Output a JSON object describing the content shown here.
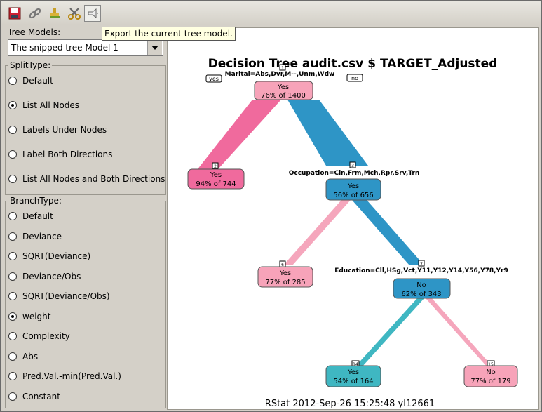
{
  "toolbar": {
    "buttons": [
      {
        "icon": "save-icon"
      },
      {
        "icon": "link-icon"
      },
      {
        "icon": "stamp-icon"
      },
      {
        "icon": "scissors-icon"
      },
      {
        "icon": "export-icon"
      }
    ],
    "tooltip": "Export the current tree model."
  },
  "left": {
    "tree_models_label": "Tree Models:",
    "tree_model_selected": "The snipped tree Model 1",
    "split_type": {
      "title": "SplitType:",
      "options": [
        "Default",
        "List All Nodes",
        "Labels Under Nodes",
        "Label Both Directions",
        "List All Nodes and Both Directions"
      ],
      "selected": "List All Nodes"
    },
    "branch_type": {
      "title": "BranchType:",
      "options": [
        "Default",
        "Deviance",
        "SQRT(Deviance)",
        "Deviance/Obs",
        "SQRT(Deviance/Obs)",
        "weight",
        "Complexity",
        "Abs",
        "Pred.Val.-min(Pred.Val.)",
        "Constant"
      ],
      "selected": "weight"
    }
  },
  "plot": {
    "title": "Decision Tree audit.csv $ TARGET_Adjusted",
    "footer": "RStat 2012-Sep-26 15:25:48 yl12661",
    "yes_tag": "yes",
    "no_tag": "no",
    "colors": {
      "yes_fill": "#f7a3b9",
      "yes_strong": "#f06a9d",
      "no_fill": "#2e95c6",
      "teal": "#3fb7c2",
      "pink_light": "#f5a6bc"
    },
    "nodes": {
      "n1": {
        "id": "1",
        "class": "Yes",
        "stat": "76% of 1400",
        "split": "Marital=Abs,Dvr,M--,Unm,Wdw"
      },
      "n2": {
        "id": "2",
        "class": "Yes",
        "stat": "94% of 744"
      },
      "n3": {
        "id": "3",
        "class": "Yes",
        "stat": "56% of 656",
        "split": "Occupation=Cln,Frm,Mch,Rpr,Srv,Trn"
      },
      "n6": {
        "id": "6",
        "class": "Yes",
        "stat": "77% of 285"
      },
      "n7": {
        "id": "7",
        "class": "No",
        "stat": "62% of 343",
        "split": "Education=Cll,HSg,Vct,Y11,Y12,Y14,Y56,Y78,Yr9"
      },
      "n14": {
        "id": "14",
        "class": "Yes",
        "stat": "54% of 164"
      },
      "n15": {
        "id": "15",
        "class": "No",
        "stat": "77% of 179"
      }
    }
  }
}
